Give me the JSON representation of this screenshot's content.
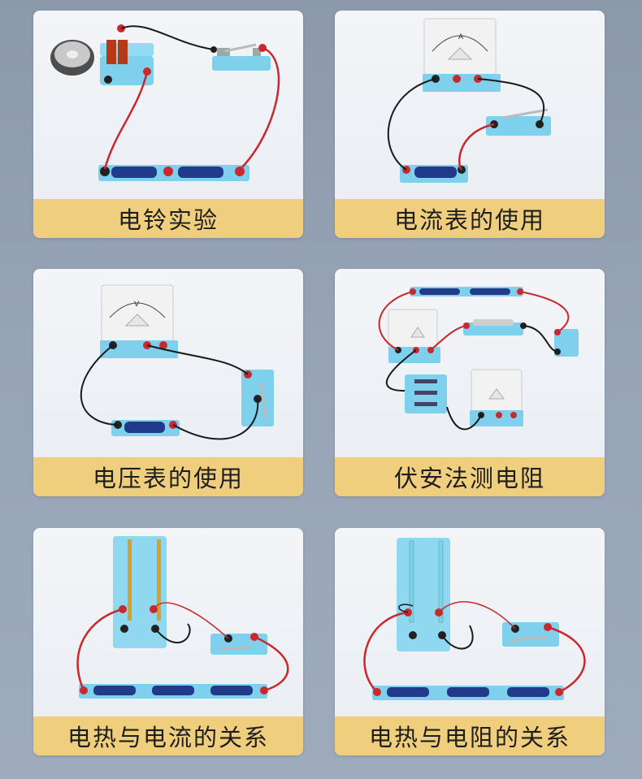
{
  "cards": [
    {
      "caption": "电铃实验"
    },
    {
      "caption": "电流表的使用"
    },
    {
      "caption": "电压表的使用"
    },
    {
      "caption": "伏安法测电阻"
    },
    {
      "caption": "电热与电流的关系"
    },
    {
      "caption": "电热与电阻的关系"
    }
  ],
  "colors": {
    "caption_bg": "#efce7e",
    "board": "#7fd0ec",
    "wire_red": "#c9282d",
    "wire_black": "#1a1a1a"
  }
}
